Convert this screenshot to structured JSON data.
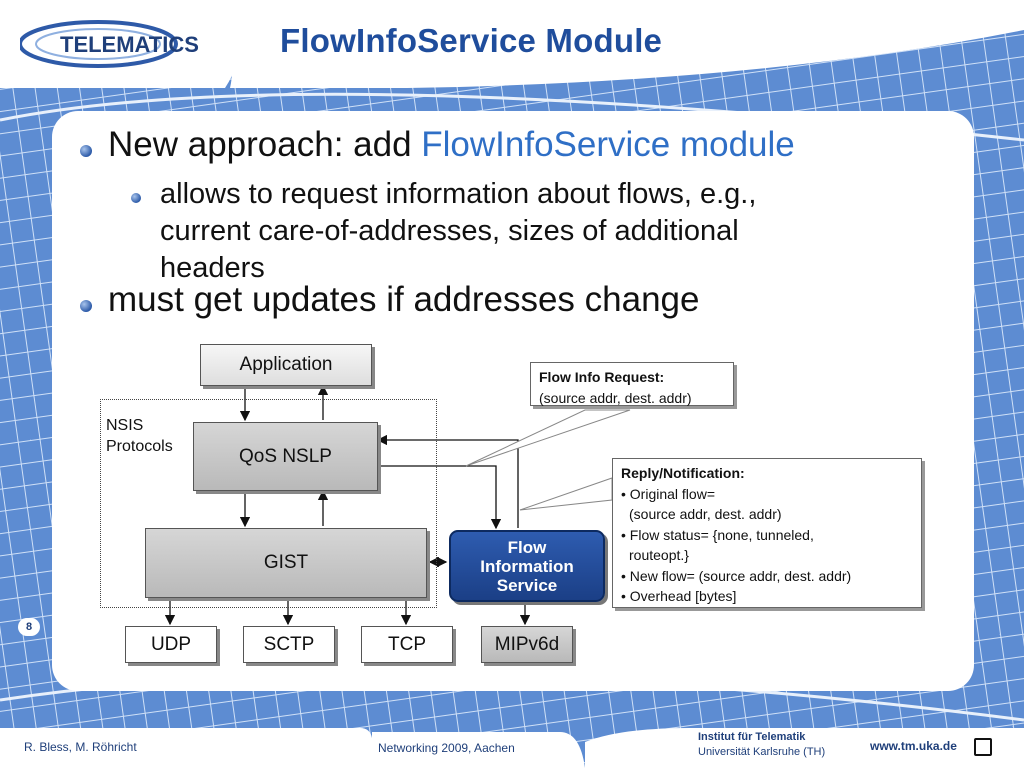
{
  "slide": {
    "title": "FlowInfoService Module",
    "page_number": "8"
  },
  "logo": {
    "text": "TELEMATICS"
  },
  "bullets": {
    "b1_prefix": "New approach: add ",
    "b1_highlight": "FlowInfoService module",
    "b1_sub_line1": "allows to request information about flows, e.g.,",
    "b1_sub_line2": "current care-of-addresses, sizes of additional",
    "b1_sub_line3": "headers",
    "b2": "must get updates if addresses change"
  },
  "diagram": {
    "application": "Application",
    "nsis_line1": "NSIS",
    "nsis_line2": "Protocols",
    "qos_nslp": "QoS NSLP",
    "gist": "GIST",
    "flow_line1": "Flow",
    "flow_line2": "Information",
    "flow_line3": "Service",
    "udp": "UDP",
    "sctp": "SCTP",
    "tcp": "TCP",
    "mipv6d": "MIPv6d",
    "request_title": "Flow Info Request:",
    "request_body": "(source addr, dest. addr)",
    "reply_title": "Reply/Notification:",
    "reply_items": [
      "• Original flow=",
      "  (source addr, dest. addr)",
      "• Flow status= {none, tunneled,",
      "  routeopt.}",
      "• New flow= (source addr, dest. addr)",
      "• Overhead [bytes]"
    ]
  },
  "footer": {
    "authors": "R. Bless, M. Röhricht",
    "conference": "Networking 2009, Aachen",
    "institute_line1": "Institut für Telematik",
    "institute_line2": "Universität Karlsruhe (TH)",
    "url": "www.tm.uka.de"
  },
  "colors": {
    "title": "#1f4d9c",
    "highlight": "#2f6fc6",
    "background": "#3f6fb7",
    "flow_box": "#1b3f86"
  }
}
